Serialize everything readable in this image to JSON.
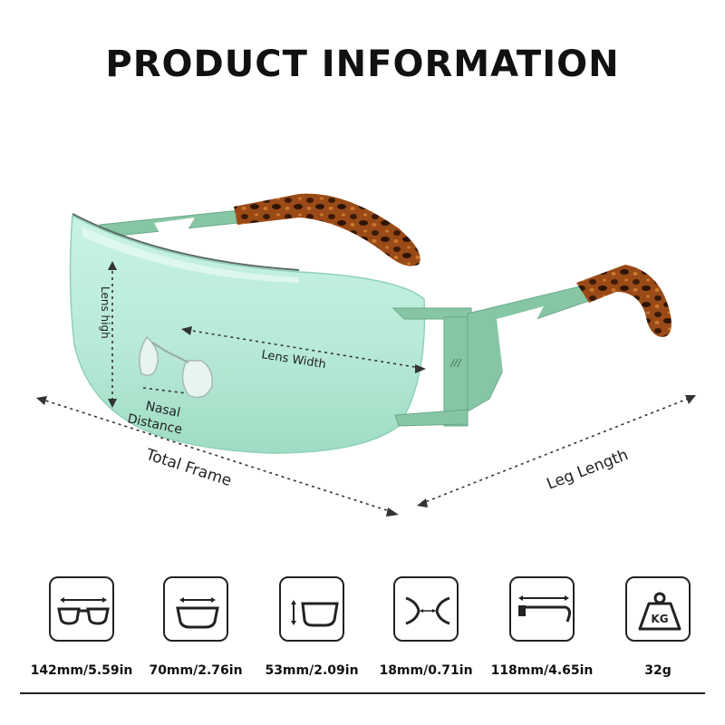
{
  "title": "PRODUCT INFORMATION",
  "diagram_labels": {
    "lens_high": "Lens high",
    "lens_width": "Lens Width",
    "nasal_distance_line1": "Nasal",
    "nasal_distance_line2": "Distance",
    "total_frame": "Total Frame",
    "leg_length": "Leg Length"
  },
  "colors": {
    "lens": "#bfeedd",
    "frame": "#86c6a4",
    "tortoise_base": "#8a3f12",
    "tortoise_spot": "#3a1a08"
  },
  "specs": [
    {
      "icon": "total-frame-icon",
      "value": "142mm/5.59in"
    },
    {
      "icon": "lens-width-icon",
      "value": "70mm/2.76in"
    },
    {
      "icon": "lens-height-icon",
      "value": "53mm/2.09in"
    },
    {
      "icon": "nasal-distance-icon",
      "value": "18mm/0.71in"
    },
    {
      "icon": "leg-length-icon",
      "value": "118mm/4.65in"
    },
    {
      "icon": "weight-icon",
      "value": "32g"
    }
  ],
  "weight_badge": "KG"
}
